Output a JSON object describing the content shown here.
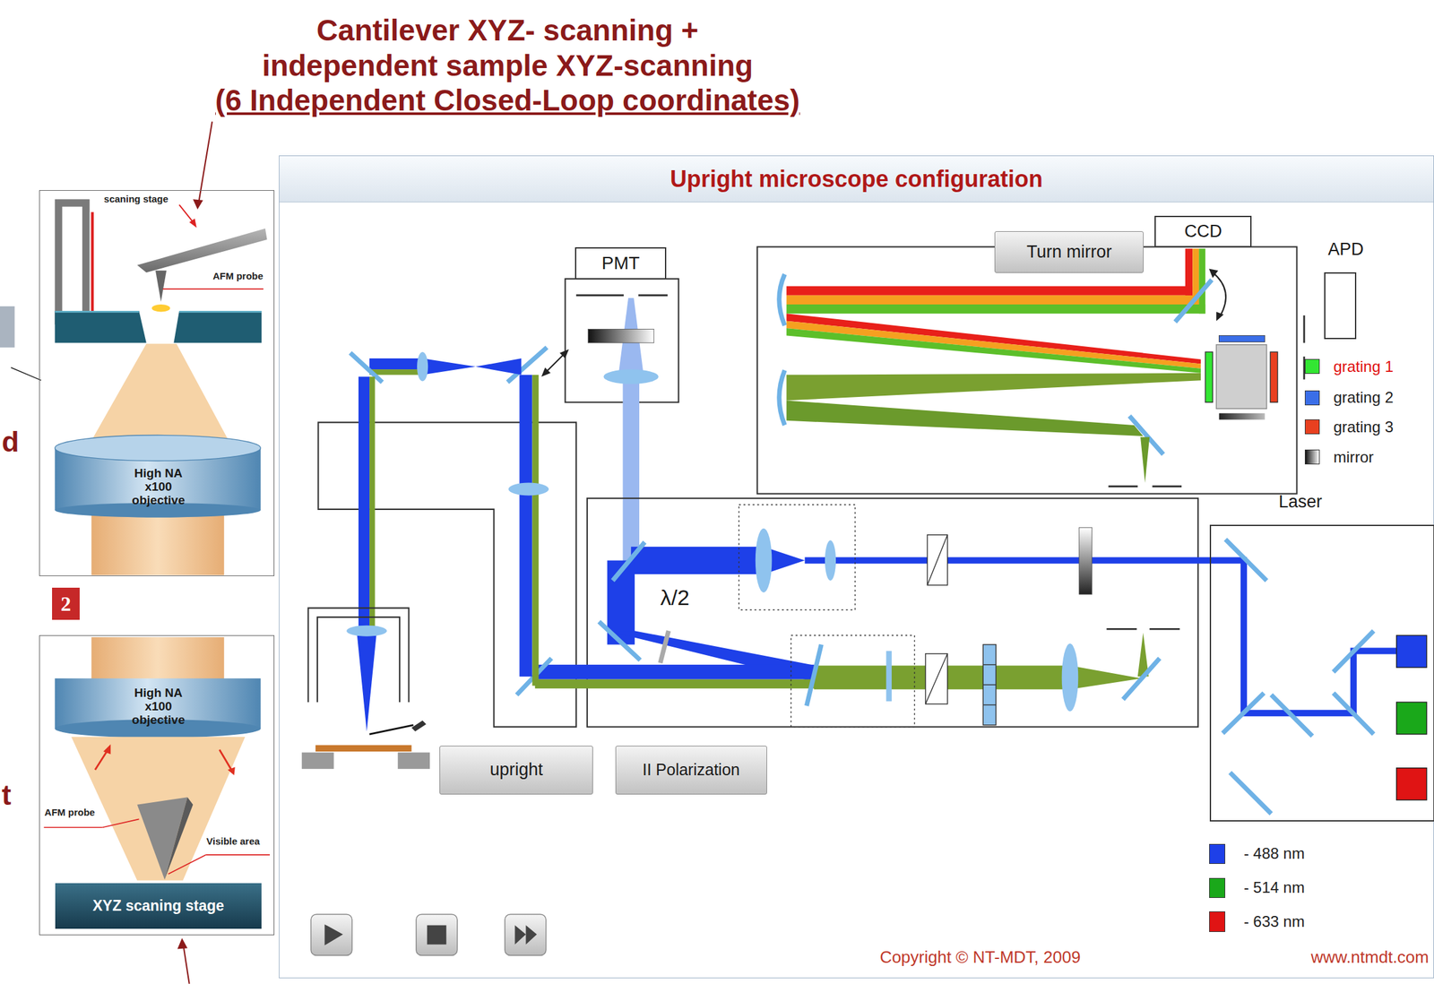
{
  "diagram": {
    "nodes": [
      {
        "text": [
          "scaning stage",
          "AFM probe"
        ]
      },
      {
        "text": [
          "High NA x100 objective"
        ],
        "in": 0
      },
      {
        "text": [
          "2"
        ]
      },
      {
        "text": [
          "AFM probe",
          "Visible area"
        ]
      },
      {
        "text": [
          "High NA x100 objective"
        ],
        "in": 3
      },
      {
        "text": [
          "XYZ scaning stage"
        ],
        "in": 3
      },
      {
        "text": [
          "Upright microscope configuration"
        ]
      },
      {
        "text": [
          "PMT"
        ],
        "in": 6
      },
      {
        "text": [
          "Turn mirror"
        ],
        "in": 6
      },
      {
        "text": [
          "CCD"
        ],
        "in": 6
      },
      {
        "text": [
          "APD"
        ],
        "in": 6
      },
      {
        "text": [
          "Laser"
        ],
        "in": 6
      },
      {
        "text": [
          "upright"
        ],
        "in": 6
      },
      {
        "text": [
          "II Polarization"
        ],
        "in": 6
      }
    ],
    "labels": [
      "Cantilever XYZ- scanning + independent sample XYZ-scanning",
      "(6 Independent Closed-Loop coordinates)",
      "d",
      "t",
      "λ/2",
      "Copyright © NT-MDT, 2009",
      "www.ntmdt.com"
    ],
    "legend": [
      {
        "text": "grating 1",
        "color": "#33e633"
      },
      {
        "text": "grating 2",
        "color": "#3a6ee8"
      },
      {
        "text": "grating 3",
        "color": "#e84020"
      },
      {
        "text": "mirror"
      },
      {
        "text": "- 488 nm",
        "color": "#1e40e8"
      },
      {
        "text": "- 514 nm",
        "color": "#1aa81a"
      },
      {
        "text": "- 633 nm",
        "color": "#e01414"
      }
    ]
  }
}
